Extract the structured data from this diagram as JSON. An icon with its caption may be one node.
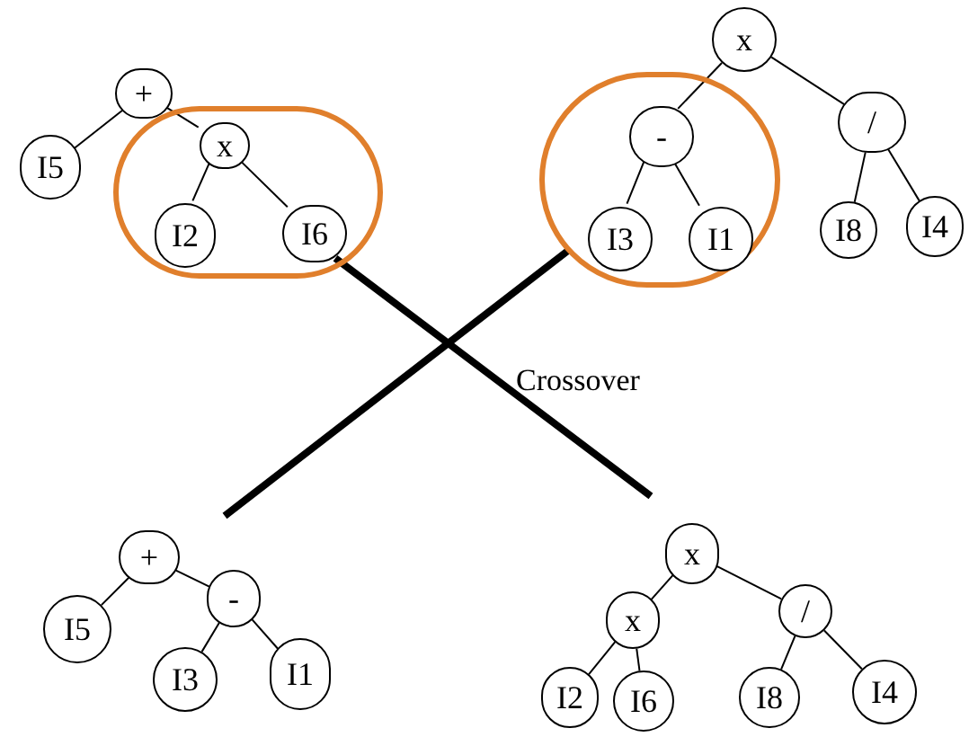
{
  "diagram": {
    "nodes": [
      {
        "text": [
          "+"
        ]
      },
      {
        "text": [
          "I5"
        ]
      },
      {
        "text": [],
        "shape": "ellipse"
      },
      {
        "text": [
          "x"
        ],
        "in": 2
      },
      {
        "text": [
          "I2"
        ],
        "in": 2
      },
      {
        "text": [
          "I6"
        ],
        "in": 2
      },
      {
        "text": [
          "x"
        ]
      },
      {
        "text": [],
        "shape": "ellipse"
      },
      {
        "text": [
          "-"
        ],
        "in": 7
      },
      {
        "text": [
          "I3"
        ],
        "in": 7
      },
      {
        "text": [
          "I1"
        ],
        "in": 7
      },
      {
        "text": [
          "/"
        ]
      },
      {
        "text": [
          "I8"
        ]
      },
      {
        "text": [
          "I4"
        ]
      },
      {
        "text": [
          "+"
        ]
      },
      {
        "text": [
          "-"
        ]
      },
      {
        "text": [
          "I5"
        ]
      },
      {
        "text": [
          "I3"
        ]
      },
      {
        "text": [
          "I1"
        ]
      },
      {
        "text": [
          "x"
        ]
      },
      {
        "text": [
          "x"
        ]
      },
      {
        "text": [
          "/"
        ]
      },
      {
        "text": [
          "I2"
        ]
      },
      {
        "text": [
          "I6"
        ]
      },
      {
        "text": [
          "I8"
        ]
      },
      {
        "text": [
          "I4"
        ]
      }
    ],
    "edges": [
      {
        "from": 0,
        "to": 1,
        "arrow": "none"
      },
      {
        "from": 0,
        "to": 3,
        "arrow": "none"
      },
      {
        "from": 3,
        "to": 4,
        "arrow": "none"
      },
      {
        "from": 3,
        "to": 5,
        "arrow": "none"
      },
      {
        "from": 6,
        "to": 8,
        "arrow": "none"
      },
      {
        "from": 6,
        "to": 11,
        "arrow": "none"
      },
      {
        "from": 8,
        "to": 9,
        "arrow": "none"
      },
      {
        "from": 8,
        "to": 10,
        "arrow": "none"
      },
      {
        "from": 11,
        "to": 12,
        "arrow": "none"
      },
      {
        "from": 11,
        "to": 13,
        "arrow": "none"
      },
      {
        "from": 14,
        "to": 16,
        "arrow": "none"
      },
      {
        "from": 14,
        "to": 15,
        "arrow": "none"
      },
      {
        "from": 15,
        "to": 17,
        "arrow": "none"
      },
      {
        "from": 15,
        "to": 18,
        "arrow": "none"
      },
      {
        "from": 19,
        "to": 20,
        "arrow": "none"
      },
      {
        "from": 19,
        "to": 21,
        "arrow": "none"
      },
      {
        "from": 20,
        "to": 22,
        "arrow": "none"
      },
      {
        "from": 20,
        "to": 23,
        "arrow": "none"
      },
      {
        "from": 21,
        "to": 24,
        "arrow": "none"
      },
      {
        "from": 21,
        "to": 25,
        "arrow": "none"
      },
      {
        "from": 2,
        "to": null,
        "arrow": "none",
        "style": "thick"
      },
      {
        "from": 7,
        "to": null,
        "arrow": "none",
        "style": "thick"
      }
    ],
    "labels": [
      "Crossover"
    ]
  }
}
